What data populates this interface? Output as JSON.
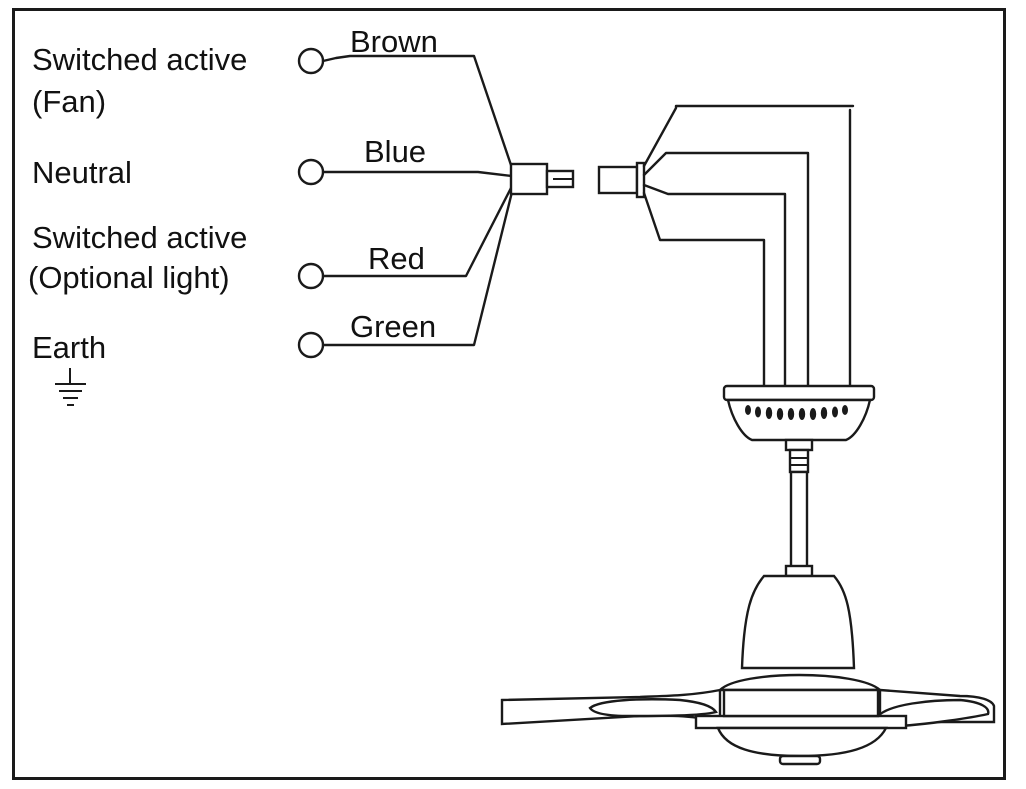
{
  "terminals": [
    {
      "id": "fan",
      "line1": "Switched active",
      "line2": "(Fan)",
      "wire": "Brown"
    },
    {
      "id": "neutral",
      "line1": "Neutral",
      "line2": "",
      "wire": "Blue"
    },
    {
      "id": "light",
      "line1": "Switched active",
      "line2": "(Optional light)",
      "wire": "Red"
    },
    {
      "id": "earth",
      "line1": "Earth",
      "line2": "",
      "wire": "Green"
    }
  ],
  "icons": {
    "terminal": "terminal-circle-icon",
    "earth": "earth-ground-icon",
    "fan": "ceiling-fan-icon",
    "connector": "plug-connector-icon"
  },
  "colors": {
    "line": "#1a1a1a",
    "background": "#ffffff"
  }
}
